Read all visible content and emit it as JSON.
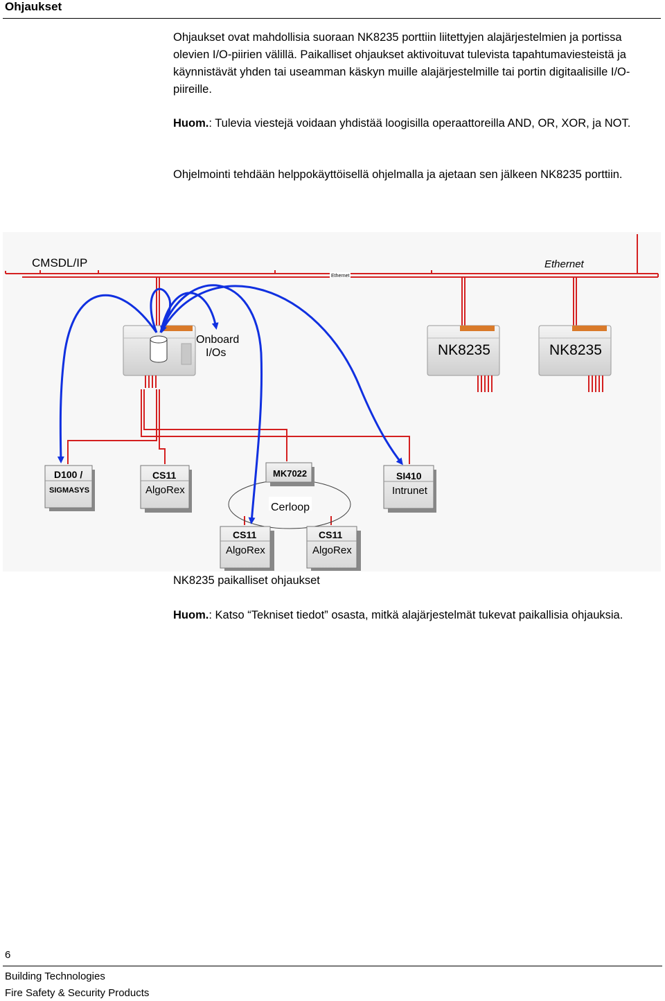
{
  "header": {
    "title": "Ohjaukset"
  },
  "paragraphs": {
    "intro": "Ohjaukset ovat mahdollisia suoraan NK8235 porttiin liitettyjen alajärjestelmien ja portissa olevien I/O-piirien välillä. Paikalliset ohjaukset aktivoituvat tulevista tapahtumaviesteistä ja käynnistävät yhden tai useamman käskyn muille alajärjestelmille tai portin digitaalisille I/O-piireille.",
    "note1_label": "Huom.",
    "note1_text": ": Tulevia viestejä voidaan yhdistää loogisilla operaattoreilla AND, OR, XOR, ja NOT.",
    "programming": "Ohjelmointi tehdään helppokäyttöisellä ohjelmalla ja ajetaan sen jälkeen NK8235 porttiin."
  },
  "diagram": {
    "cmsdl_label": "CMSDL/IP",
    "ethernet_label": "Ethernet",
    "ethernet_small": "Ethernet",
    "onboard_line1": "Onboard",
    "onboard_line2": "I/Os",
    "gateway1": "NK8235",
    "gateway2": "NK8235",
    "box_d100_line1": "D100 /",
    "box_d100_line2": "SIGMASYS",
    "box_cs11a_line1": "CS11",
    "box_cs11a_line2": "AlgoRex",
    "box_mk7022": "MK7022",
    "cerloop": "Cerloop",
    "box_si410_line1": "SI410",
    "box_si410_line2": "Intrunet",
    "box_cs11b_line1": "CS11",
    "box_cs11b_line2": "AlgoRex",
    "box_cs11c_line1": "CS11",
    "box_cs11c_line2": "AlgoRex",
    "colors": {
      "bus": "#d42020",
      "arrow": "#1030e0",
      "device": "#dcdcdc"
    }
  },
  "caption": "NK8235 paikalliset ohjaukset",
  "note2": {
    "label": "Huom.",
    "text": ": Katso “Tekniset tiedot” osasta, mitkä alajärjestelmät tukevat paikallisia ohjauksia."
  },
  "footer": {
    "page_number": "6",
    "line1": "Building Technologies",
    "line2": "Fire Safety & Security Products"
  }
}
